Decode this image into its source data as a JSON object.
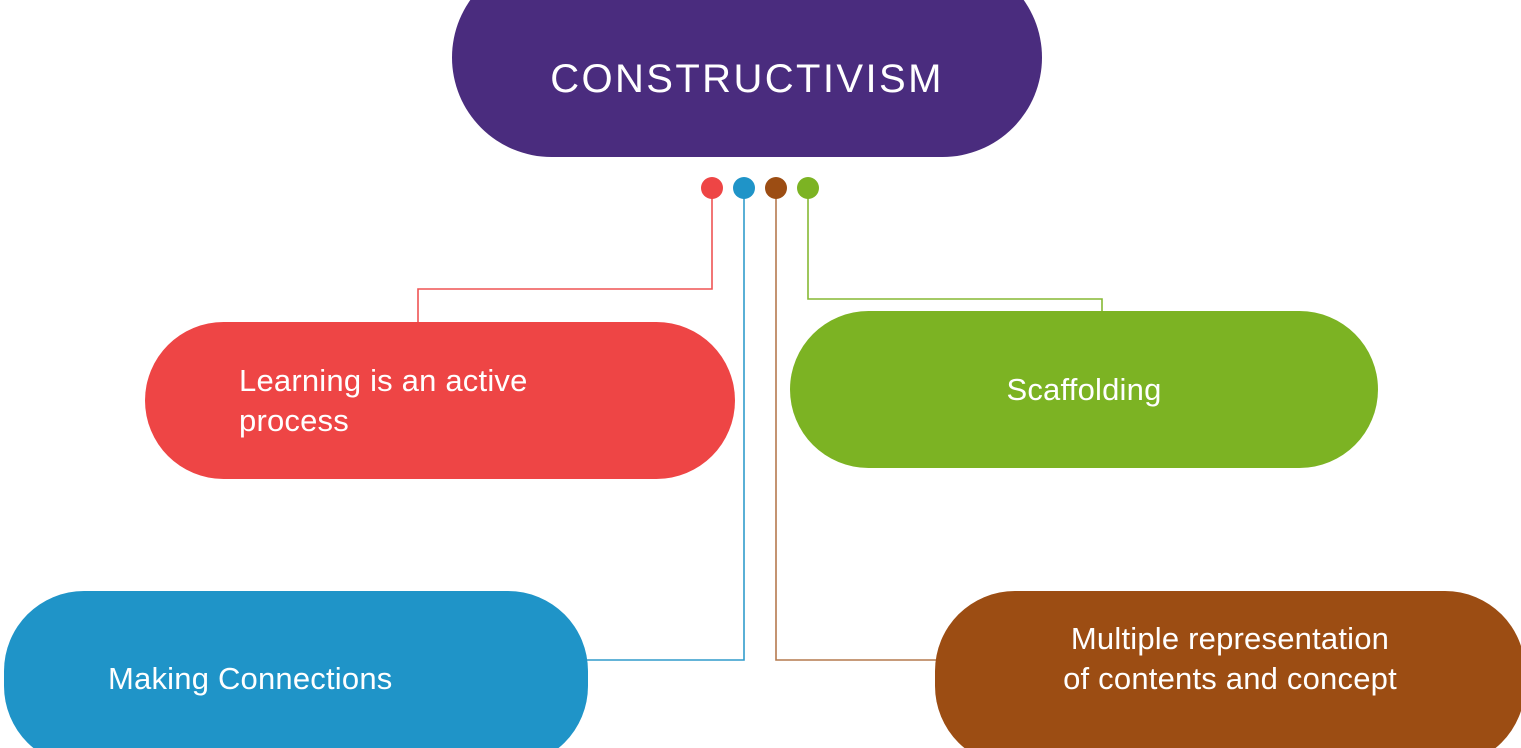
{
  "diagram": {
    "title": "CONSTRUCTIVISM",
    "type": "radial-concept-map",
    "background_color": "#ffffff",
    "root": {
      "label": "CONSTRUCTIVISM",
      "color": "#4a2c7e",
      "text_color": "#ffffff"
    },
    "hub_dots": [
      {
        "name": "hub-dot-red",
        "color": "#ee4545"
      },
      {
        "name": "hub-dot-blue",
        "color": "#1f94c8"
      },
      {
        "name": "hub-dot-brown",
        "color": "#9c4d13"
      },
      {
        "name": "hub-dot-green",
        "color": "#7cb323"
      }
    ],
    "branches": [
      {
        "id": "active-process",
        "label": "Learning is an active\nprocess",
        "color": "#ee4545",
        "text_color": "#ffffff",
        "connector_color": "#ee4545",
        "position": "middle-left"
      },
      {
        "id": "scaffolding",
        "label": "Scaffolding",
        "color": "#7cb323",
        "text_color": "#ffffff",
        "connector_color": "#7cb323",
        "position": "middle-right"
      },
      {
        "id": "making-connections",
        "label": "Making Connections",
        "color": "#1f94c8",
        "text_color": "#ffffff",
        "connector_color": "#1f94c8",
        "position": "bottom-left"
      },
      {
        "id": "multiple-representation",
        "label": "Multiple representation\nof contents and concept",
        "color": "#9c4d13",
        "text_color": "#ffffff",
        "connector_color": "#9c4d13",
        "position": "bottom-right"
      }
    ]
  }
}
